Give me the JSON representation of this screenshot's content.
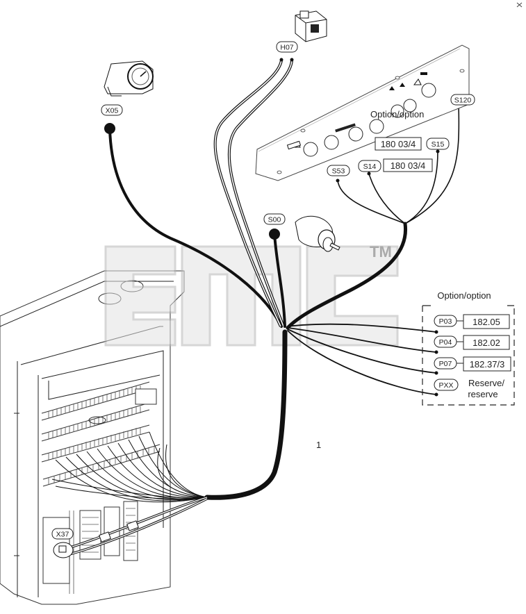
{
  "labels": {
    "h07": "H07",
    "x05": "X05",
    "s120": "S120",
    "s15": "S15",
    "s14": "S14",
    "s53": "S53",
    "s00": "S00",
    "x37": "X37",
    "p03": "P03",
    "p04": "P04",
    "p07": "P07",
    "pxx": "PXX"
  },
  "refs": {
    "s15": "180 03/4",
    "s14": "180 03/4",
    "p03": "182.05",
    "p04": "182.02",
    "p07": "182.37/3"
  },
  "text": {
    "option_top": "Option/option",
    "option_right": "Option/option",
    "reserve_line1": "Reserve/",
    "reserve_line2": "reserve",
    "item_number": "1",
    "watermark_tm": "TM"
  }
}
